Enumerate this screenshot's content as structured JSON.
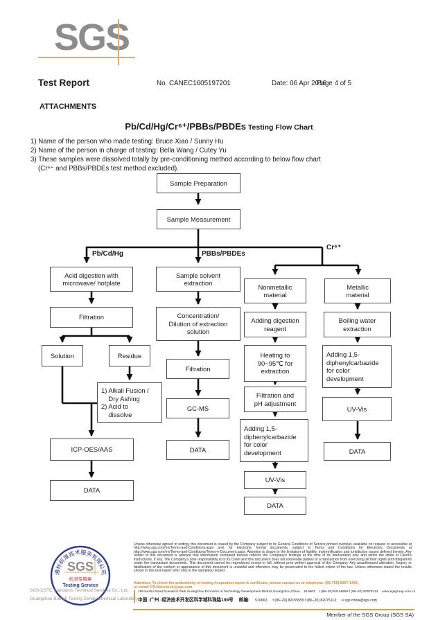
{
  "header": {
    "logo": "SGS",
    "doc_title": "Test Report",
    "report_no": "No. CANEC1605197201",
    "date": "Date: 06 Apr 2016",
    "page": "Page 4 of 5"
  },
  "attachments": {
    "heading": "ATTACHMENTS",
    "chart_title_main": "Pb/Cd/Hg/Cr⁶⁺/PBBs/PBDEs",
    "chart_title_sub": " Testing Flow Chart",
    "note1": "1) Name of the person who made testing:  Bruce Xiao / Sunny Hu",
    "note2": "2) Name of the person in charge of testing:  Bella Wang / Cutey Yu",
    "note3": "3) These samples were dissolved totally by  pre-conditioning method according to below flow chart",
    "note3_cont": "(Cr⁶⁺ and PBBs/PBDEs  test method excluded)."
  },
  "flow": {
    "branch_labels": {
      "left": "Pb/Cd/Hg",
      "middle": "PBBs/PBDEs",
      "right": "Cr⁶⁺"
    },
    "boxes": {
      "sample_prep": "Sample Preparation",
      "sample_meas": "Sample Measurement",
      "acid_digestion": "Acid digestion with\nmicrowave/ hotplate",
      "filtration_left": "Filtration",
      "solution": "Solution",
      "residue": "Residue",
      "alkali": "1) Alkali Fusion /\n    Dry Ashing\n2) Acid to\n    dissolve",
      "icp": "ICP-OES/AAS",
      "data_left": "DATA",
      "solvent_extraction": "Sample solvent\nextraction",
      "concentration": "Concentration/\nDilution of extraction\nsolution",
      "filtration_mid": "Filtration",
      "gcms": "GC-MS",
      "data_mid": "DATA",
      "nonmetallic": "Nonmetallic\nmaterial",
      "adding_reagent": "Adding digestion\nreagent",
      "heating": "Heating to\n90~95℃  for\nextraction",
      "filtration_ph": "Filtration and\npH adjustment",
      "dpc_nonmetal": "Adding 1,5-\ndiphenylcarbazide\nfor color\ndevelopment",
      "uvvis_nonmetal": "UV-Vis",
      "data_nonmetal": "DATA",
      "metallic": "Metallic\nmaterial",
      "boiling": "Boiling water\nextraction",
      "dpc_metal": "Adding 1,5-\ndiphenylcarbazide\nfor color\ndevelopment",
      "uvvis_metal": "UV-Vis",
      "data_metal": "DATA"
    }
  },
  "footer": {
    "stamp": {
      "arc_top": "通标标准技术服务有限公司",
      "logo": "SGS",
      "red_line": "检测专用章",
      "service": "Testing Service"
    },
    "company_line1": "SGS-CSTC Standards Technical Services Co., Ltd.",
    "company_line2": "Guangzhou Branch Testing Center Chemical Laboratory.",
    "legal": "Unless otherwise agreed in writing, this document is issued by the Company subject to its General Conditions of Service printed overleaf, available on request or accessible at http://www.sgs.com/en/Terms-and-Conditions.aspx and, for electronic format documents, subject to Terms and Conditions for Electronic Documents at http://www.sgs.com/en/Terms-and-Conditions/Terms-e-Document.aspx. Attention is drawn to the limitation of liability, indemnification and jurisdiction issues defined therein. Any holder of this document is advised that information contained hereon reflects the Company's findings at the time of its intervention only and within the limits of Client's instructions, if any. The Company's sole responsibility is to its Client and this document does not exonerate parties to a transaction from exercising all their rights and obligations under the transaction documents. This document cannot be reproduced except in full, without prior written approval of the Company. Any unauthorized alteration, forgery or falsification of the content or appearance of this document is unlawful and offenders may be prosecuted to the fullest extent of the law. Unless otherwise stated the results shown in this test report refer only to the sample(s) tested .",
    "attention_line1": "Attention: To check the authenticity of testing /inspection report & certificate, please contact us at telephone: (86-755) 8307 1443,",
    "attention_line2": "or email: CN.Doccheck@sgs.com",
    "address_en": "198 Kezhu Road,Scientech Park Guangzhou Economic & Technology Development District,Guangzhou,China",
    "postal_en": "510663",
    "contact_en": "t (86–20) 82155555    f (86–20) 82075113",
    "site_en": "www.sgsgroup.com.cn",
    "address_cn": "中国 ·广州 ·经济技术开发区科学城科珠路198号",
    "postal_cn_label": "邮编:",
    "postal_cn": "510663",
    "contact_cn": "t (86–20) 82155555    f (86–20) 82075113",
    "email_cn": "e  sgs.china@sgs.com",
    "member": "Member of the SGS Group (SGS SA)"
  }
}
